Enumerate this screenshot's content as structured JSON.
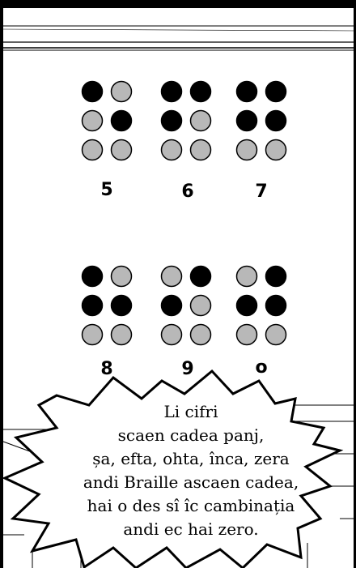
{
  "digits": [
    "5",
    "6",
    "7",
    "8",
    "9",
    "o"
  ],
  "cells": [
    [
      1,
      0,
      0,
      1,
      0,
      0
    ],
    [
      1,
      1,
      1,
      0,
      0,
      0
    ],
    [
      1,
      1,
      1,
      1,
      0,
      0
    ],
    [
      1,
      0,
      1,
      1,
      0,
      0
    ],
    [
      0,
      1,
      1,
      0,
      0,
      0
    ],
    [
      0,
      1,
      1,
      1,
      0,
      0
    ]
  ],
  "colors": {
    "filled": "#000000",
    "empty": "#b8b8b8",
    "outline": "#000000"
  },
  "bubble": {
    "lines": [
      "Li cifri",
      "scaen cadea panj,",
      "șa, efta, ohta, înca, zera",
      "andi Braille ascaen cadea,",
      "hai o des sî îc cambinația",
      "andi ec hai zero."
    ]
  }
}
